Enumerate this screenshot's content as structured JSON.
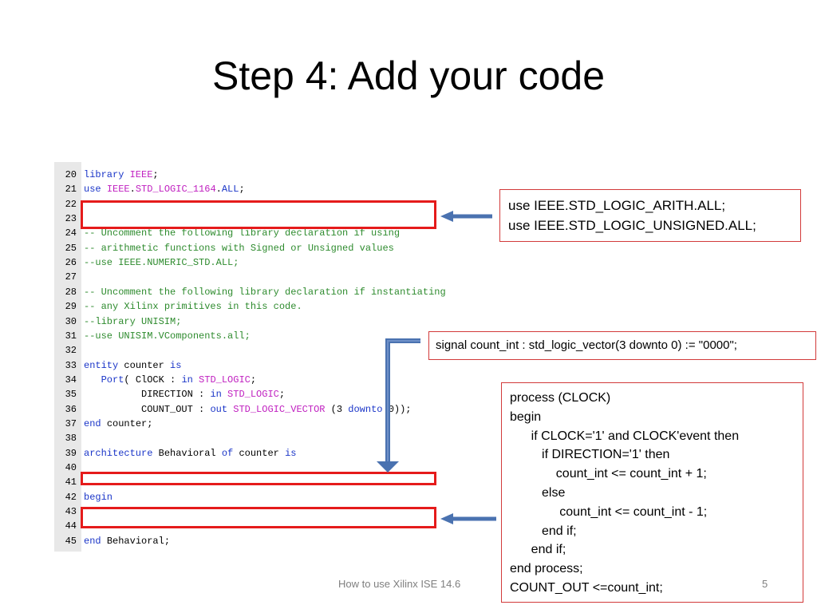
{
  "slide": {
    "title": "Step 4: Add your code",
    "footer_text": "How to use Xilinx ISE 14.6",
    "page_number": "5"
  },
  "code": {
    "lines": [
      {
        "num": "20",
        "segs": [
          [
            "kw",
            "library "
          ],
          [
            "ty",
            "IEEE"
          ],
          [
            "n",
            ";"
          ]
        ]
      },
      {
        "num": "21",
        "segs": [
          [
            "kw",
            "use "
          ],
          [
            "ty",
            "IEEE"
          ],
          [
            "n",
            "."
          ],
          [
            "ty",
            "STD_LOGIC_1164"
          ],
          [
            "n",
            "."
          ],
          [
            "kw",
            "ALL"
          ],
          [
            "n",
            ";"
          ]
        ]
      },
      {
        "num": "22",
        "segs": []
      },
      {
        "num": "23",
        "segs": []
      },
      {
        "num": "24",
        "segs": [
          [
            "c",
            "-- Uncomment the following library declaration if using"
          ]
        ]
      },
      {
        "num": "25",
        "segs": [
          [
            "c",
            "-- arithmetic functions with Signed or Unsigned values"
          ]
        ]
      },
      {
        "num": "26",
        "segs": [
          [
            "c",
            "--use IEEE.NUMERIC_STD.ALL;"
          ]
        ]
      },
      {
        "num": "27",
        "segs": []
      },
      {
        "num": "28",
        "segs": [
          [
            "c",
            "-- Uncomment the following library declaration if instantiating"
          ]
        ]
      },
      {
        "num": "29",
        "segs": [
          [
            "c",
            "-- any Xilinx primitives in this code."
          ]
        ]
      },
      {
        "num": "30",
        "segs": [
          [
            "c",
            "--library UNISIM;"
          ]
        ]
      },
      {
        "num": "31",
        "segs": [
          [
            "c",
            "--use UNISIM.VComponents.all;"
          ]
        ]
      },
      {
        "num": "32",
        "segs": []
      },
      {
        "num": "33",
        "segs": [
          [
            "kw",
            "entity "
          ],
          [
            "n",
            "counter "
          ],
          [
            "kw",
            "is"
          ]
        ]
      },
      {
        "num": "34",
        "segs": [
          [
            "n",
            "   "
          ],
          [
            "kw",
            "Port"
          ],
          [
            "n",
            "( ClOCK : "
          ],
          [
            "kw",
            "in "
          ],
          [
            "ty",
            "STD_LOGIC"
          ],
          [
            "n",
            ";"
          ]
        ]
      },
      {
        "num": "35",
        "segs": [
          [
            "n",
            "          DIRECTION : "
          ],
          [
            "kw",
            "in "
          ],
          [
            "ty",
            "STD_LOGIC"
          ],
          [
            "n",
            ";"
          ]
        ]
      },
      {
        "num": "36",
        "segs": [
          [
            "n",
            "          COUNT_OUT : "
          ],
          [
            "kw",
            "out "
          ],
          [
            "ty",
            "STD_LOGIC_VECTOR "
          ],
          [
            "n",
            "(3 "
          ],
          [
            "kw",
            "downto "
          ],
          [
            "n",
            "0));"
          ]
        ]
      },
      {
        "num": "37",
        "segs": [
          [
            "kw",
            "end "
          ],
          [
            "n",
            "counter;"
          ]
        ]
      },
      {
        "num": "38",
        "segs": []
      },
      {
        "num": "39",
        "segs": [
          [
            "kw",
            "architecture "
          ],
          [
            "n",
            "Behavioral "
          ],
          [
            "kw",
            "of "
          ],
          [
            "n",
            "counter "
          ],
          [
            "kw",
            "is"
          ]
        ]
      },
      {
        "num": "40",
        "segs": []
      },
      {
        "num": "41",
        "segs": []
      },
      {
        "num": "42",
        "segs": [
          [
            "kw",
            "begin"
          ]
        ]
      },
      {
        "num": "43",
        "segs": []
      },
      {
        "num": "44",
        "segs": []
      },
      {
        "num": "45",
        "segs": [
          [
            "kw",
            "end "
          ],
          [
            "n",
            "Behavioral;"
          ]
        ]
      }
    ]
  },
  "callouts": {
    "libraries": {
      "line1": "use IEEE.STD_LOGIC_ARITH.ALL;",
      "line2": "use IEEE.STD_LOGIC_UNSIGNED.ALL;"
    },
    "signal": {
      "line1": "signal count_int : std_logic_vector(3 downto 0) := \"0000\";"
    },
    "process": {
      "lines": [
        "process (CLOCK)",
        "begin",
        "      if CLOCK='1' and CLOCK'event then",
        "         if DIRECTION='1' then",
        "             count_int <= count_int + 1;",
        "         else",
        "              count_int <= count_int - 1;",
        "         end if;",
        "      end if;",
        "end process;",
        "COUNT_OUT <=count_int;"
      ]
    }
  },
  "colors": {
    "highlight_box": "#e51b1b",
    "arrow": "#4a72b0",
    "comment": "#2e8b2e",
    "keyword": "#1a35c8",
    "type": "#c020c0"
  }
}
